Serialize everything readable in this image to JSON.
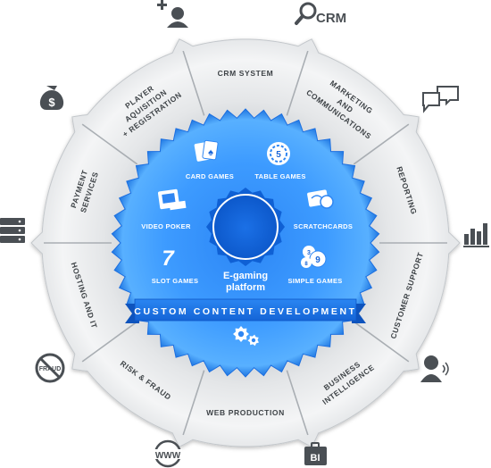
{
  "outer_ring": [
    {
      "id": "crm-system",
      "lines": [
        "CRM SYSTEM"
      ]
    },
    {
      "id": "marketing",
      "lines": [
        "MARKETING",
        "AND",
        "COMMUNICATIONS"
      ]
    },
    {
      "id": "reporting",
      "lines": [
        "REPORTING"
      ]
    },
    {
      "id": "customer-support",
      "lines": [
        "CUSTOMER SUPPORT"
      ]
    },
    {
      "id": "business-intelligence",
      "lines": [
        "BUSINESS",
        "INTELLIGENCE"
      ]
    },
    {
      "id": "web-production",
      "lines": [
        "WEB PRODUCTION"
      ]
    },
    {
      "id": "risk-fraud",
      "lines": [
        "RISK & FRAUD"
      ]
    },
    {
      "id": "hosting-it",
      "lines": [
        "HOSTING AND IT"
      ]
    },
    {
      "id": "payment-services",
      "lines": [
        "PAYMENT",
        "SERVICES"
      ]
    },
    {
      "id": "player-acquisition",
      "lines": [
        "PLAYER",
        "AQUISITION",
        "+ REGISTRATION"
      ]
    }
  ],
  "inner_items": {
    "card_games": "CARD GAMES",
    "table_games": "TABLE GAMES",
    "video_poker": "VIDEO POKER",
    "scratchcards": "SCRATCHCARDS",
    "slot_games": "SLOT GAMES",
    "simple_games": "SIMPLE GAMES"
  },
  "center": {
    "line1": "E-gaming",
    "line2": "platform"
  },
  "ribbon": "CUSTOM CONTENT DEVELOPMENT",
  "outer_icons": {
    "crm_label": "CRM",
    "fraud_label": "FRAUD",
    "www_label": "WWW",
    "bi_label": "BI",
    "dollar_label": "$",
    "table_games_chip": "5",
    "slot_seven": "7",
    "simple_games_balls": [
      "3",
      "8",
      "9"
    ]
  },
  "colors": {
    "ring_light": "#f2f3f4",
    "ring_dark": "#c9cdd1",
    "divider": "#b7bcc0",
    "blue_light": "#4ea8ff",
    "blue_dark": "#0c5fd6",
    "ribbon": "#1a74e6",
    "icon_gray": "#4a4f54"
  }
}
